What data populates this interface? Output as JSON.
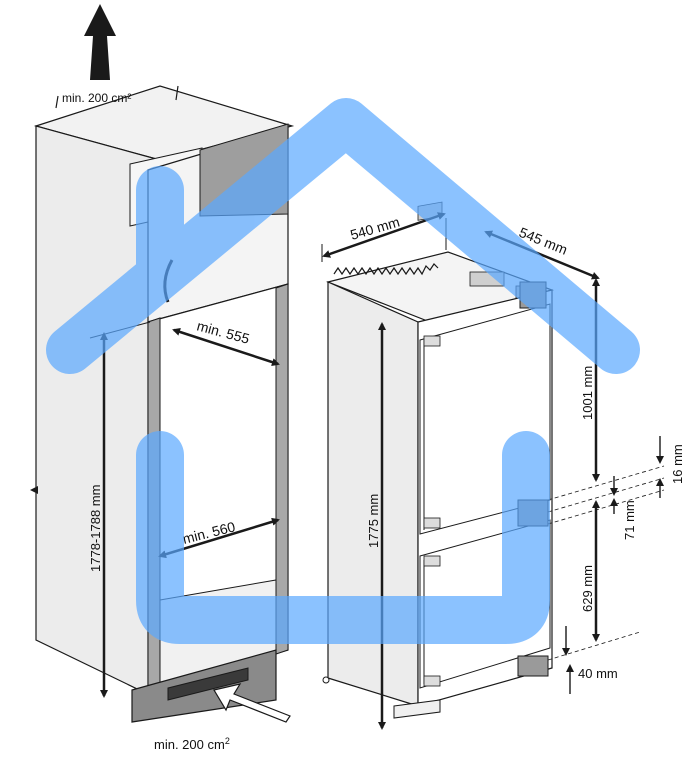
{
  "colors": {
    "line": "#1a1a1a",
    "cabinet_side": "#e9e9e9",
    "cabinet_front": "#f6f6f6",
    "shadow": "#9a9a9a",
    "plinth": "#8a8a8a",
    "watermark": "#5aa8ff"
  },
  "icons": [
    "up-arrow-icon",
    "house-watermark-icon",
    "vent-grille-icon",
    "air-inflow-arrow-icon"
  ],
  "labels": {
    "top_vent": "min. 200 cm²",
    "bottom_vent_main": "min. 200 cm",
    "bottom_vent_sup": "2",
    "niche_depth": "min. 555",
    "niche_width": "min. 560",
    "niche_height": "1778-1788 mm",
    "appliance_width": "540 mm",
    "appliance_depth": "545 mm",
    "appliance_height": "1775 mm",
    "upper_door": "1001 mm",
    "gap_top": "16 mm",
    "gap_bottom": "71 mm",
    "lower_door": "629 mm",
    "base_gap": "40 mm"
  }
}
